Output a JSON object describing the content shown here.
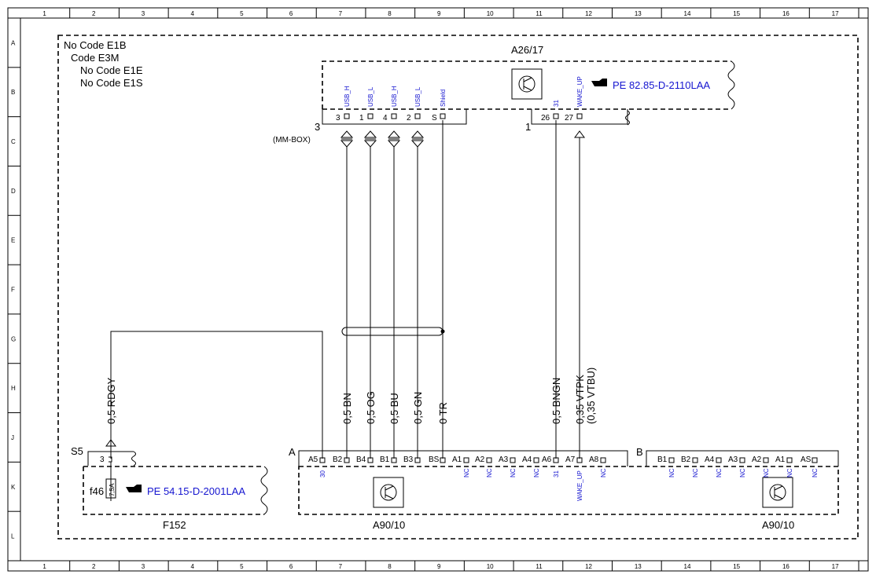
{
  "frame": {
    "columns": [
      "1",
      "2",
      "3",
      "4",
      "5",
      "6",
      "7",
      "8",
      "9",
      "10",
      "11",
      "12",
      "13",
      "14",
      "15",
      "16",
      "17"
    ],
    "rows": [
      "A",
      "B",
      "C",
      "D",
      "E",
      "F",
      "G",
      "H",
      "J",
      "K",
      "L"
    ]
  },
  "codes": [
    "No Code E1B",
    "Code E3M",
    "No Code E1E",
    "No Code E1S"
  ],
  "a26_17": {
    "title": "A26/17",
    "ref": "PE 82.85-D-2110LAA",
    "connector_left": {
      "number": "3",
      "name": "(MM-BOX)",
      "pins": [
        "3",
        "1",
        "4",
        "2",
        "S"
      ],
      "signals": [
        "USB_H",
        "USB_L",
        "USB_H",
        "USB_L",
        "Shield"
      ]
    },
    "connector_right": {
      "number": "1",
      "pins": [
        "26",
        "27"
      ],
      "signals": [
        "31",
        "WAKE_UP"
      ]
    }
  },
  "wires": [
    "0,5 BN",
    "0,5 OG",
    "0,5 BU",
    "0,5 GN",
    "0 TR",
    "0,5 BNGN",
    "0,35 VTPK",
    "(0,35 VTBU)",
    "0,5 RDGY"
  ],
  "a90_10": {
    "title": "A90/10",
    "connector_a": {
      "name": "A",
      "pins": [
        "A5",
        "B2",
        "B4",
        "B1",
        "B3",
        "BS",
        "A1",
        "A2",
        "A3",
        "A4",
        "A6",
        "A7",
        "A8"
      ],
      "signals": [
        "30",
        "NC",
        "NC",
        "NC",
        "NC",
        "31",
        "WAKE_UP",
        "NC"
      ]
    },
    "connector_b": {
      "name": "B",
      "pins": [
        "B1",
        "B2",
        "A4",
        "A3",
        "A2",
        "A1",
        "AS"
      ],
      "signals": [
        "NC",
        "NC",
        "NC",
        "NC",
        "NC",
        "NC",
        "NC"
      ]
    }
  },
  "f152": {
    "title": "F152",
    "connector": "S5",
    "pin": "3",
    "fuse": "f46",
    "fuse_rating": "7,5A",
    "ref": "PE 54.15-D-2001LAA"
  }
}
